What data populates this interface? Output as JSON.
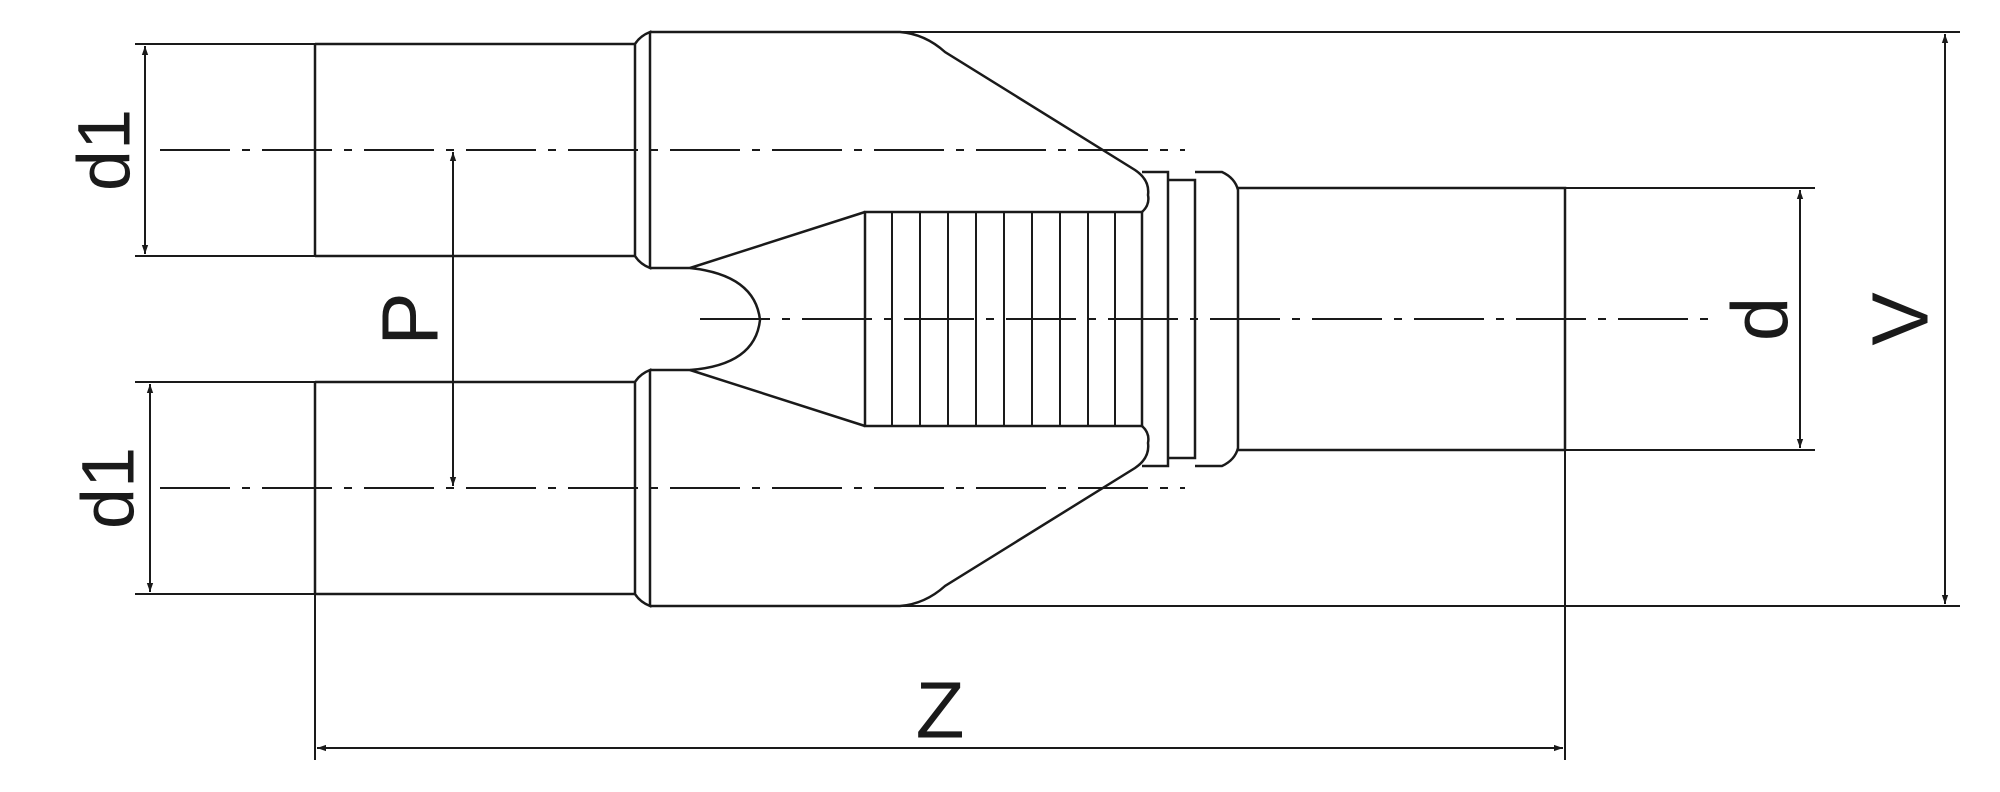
{
  "drawing": {
    "labels": {
      "d1_top": "d1",
      "d1_bottom": "d1",
      "p": "P",
      "d": "d",
      "v": "V",
      "z": "Z"
    },
    "colors": {
      "ink": "#1a1a1a",
      "background": "#ffffff"
    }
  }
}
